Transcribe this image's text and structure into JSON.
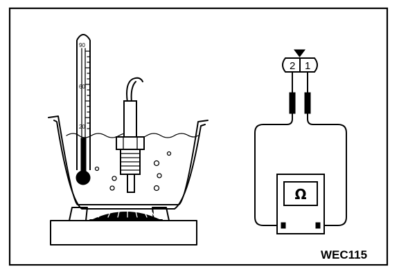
{
  "figure": {
    "code": "WEC115",
    "thermometer_marks": [
      "90",
      "60",
      "20"
    ],
    "connector_pins": [
      "2",
      "1"
    ],
    "meter_symbol": "Ω"
  }
}
